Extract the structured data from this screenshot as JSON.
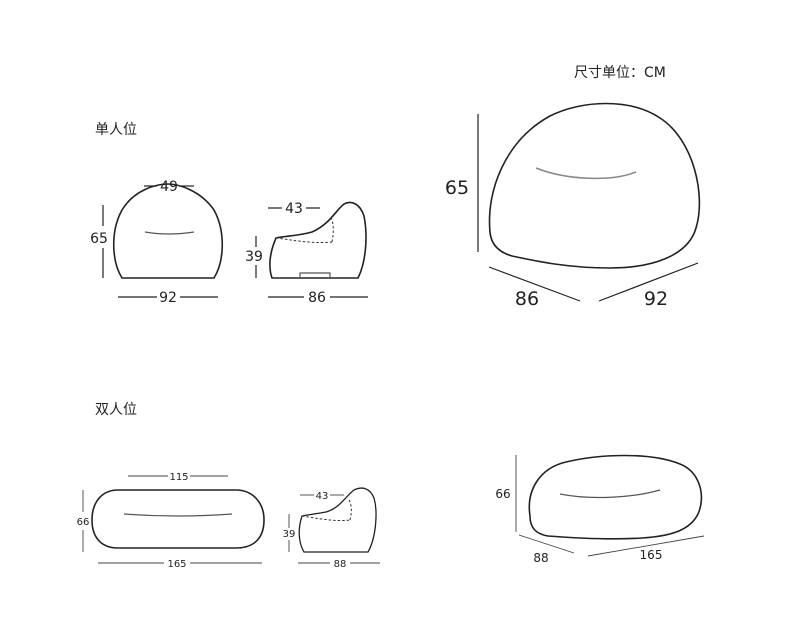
{
  "unit_note": "尺寸单位：CM",
  "single": {
    "label": "单人位",
    "front": {
      "width": "92",
      "height": "65",
      "cushion": "49"
    },
    "side": {
      "depth": "86",
      "seat_height": "39",
      "back": "43"
    },
    "iso": {
      "height": "65",
      "depth": "86",
      "width": "92"
    }
  },
  "double": {
    "label": "双人位",
    "front": {
      "width": "165",
      "height": "66",
      "cushion": "115"
    },
    "side": {
      "depth": "88",
      "seat_height": "39",
      "back": "43"
    },
    "iso": {
      "height": "66",
      "depth": "88",
      "width": "165"
    }
  }
}
